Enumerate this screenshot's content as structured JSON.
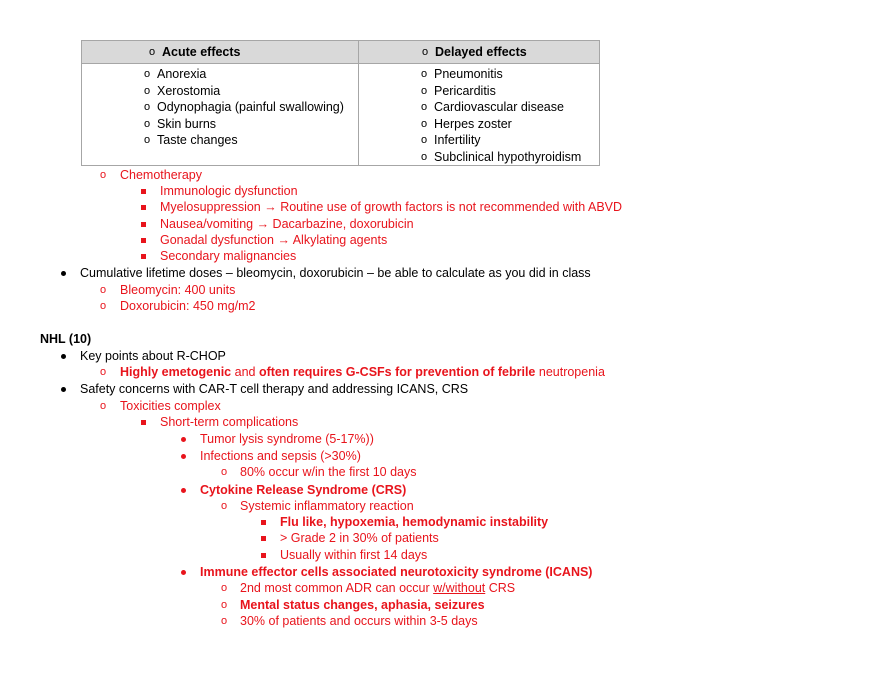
{
  "table": {
    "headers": [
      "Acute effects",
      "Delayed effects"
    ],
    "acute": [
      "Anorexia",
      "Xerostomia",
      "Odynophagia (painful swallowing)",
      "Skin burns",
      "Taste changes"
    ],
    "delayed": [
      "Pneumonitis",
      "Pericarditis",
      "Cardiovascular disease",
      "Herpes zoster",
      "Infertility",
      "Subclinical hypothyroidism"
    ]
  },
  "chemo": {
    "title": "Chemotherapy",
    "items": [
      "Immunologic dysfunction",
      "Myelosuppression → Routine use of growth factors is not recommended with ABVD",
      "Nausea/vomiting → Dacarbazine, doxorubicin",
      "Gonadal dysfunction → Alkylating agents",
      "Secondary malignancies"
    ]
  },
  "cumulative": {
    "text": "Cumulative lifetime doses – bleomycin, doxorubicin – be able to calculate as you did in class",
    "items": [
      "Bleomycin: 400 units",
      "Doxorubicin: 450 mg/m2"
    ]
  },
  "nhl": {
    "heading": "NHL (10)",
    "rchop": {
      "text": "Key points about R-CHOP",
      "p1": "Highly emetogenic",
      "p2": " and ",
      "p3": "often requires G-CSFs for prevention of febrile",
      "p4": " neutropenia"
    },
    "cart": {
      "text": "Safety concerns with CAR-T cell therapy and addressing ICANS, CRS",
      "tox": "Toxicities complex",
      "short": "Short-term complications",
      "tls": "Tumor lysis syndrome (5-17%))",
      "infections": "Infections and sepsis (>30%)",
      "infections_sub": "80% occur w/in the first 10 days",
      "crs": "Cytokine Release Syndrome (CRS)",
      "crs_sub": "Systemic inflammatory reaction",
      "crs_items": [
        "Flu like, hypoxemia, hemodynamic instability",
        "> Grade 2 in 30% of patients",
        "Usually within first 14 days"
      ],
      "icans": "Immune effector cells associated neurotoxicity syndrome (ICANS)",
      "icans_1a": "2nd most common ADR can occur ",
      "icans_1b": "w/without",
      "icans_1c": " CRS",
      "icans_2": "Mental status changes, aphasia, seizures",
      "icans_3": "30% of patients and occurs within 3-5 days"
    }
  }
}
